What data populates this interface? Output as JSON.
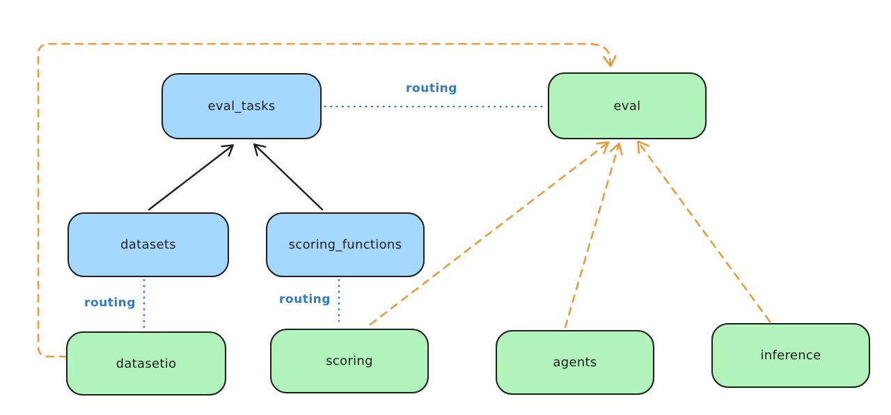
{
  "diagram": {
    "nodes": [
      {
        "id": "eval_tasks",
        "label": "eval_tasks",
        "fill": "blue"
      },
      {
        "id": "eval",
        "label": "eval",
        "fill": "green"
      },
      {
        "id": "datasets",
        "label": "datasets",
        "fill": "blue"
      },
      {
        "id": "scoring_functions",
        "label": "scoring_functions",
        "fill": "blue"
      },
      {
        "id": "datasetio",
        "label": "datasetio",
        "fill": "green"
      },
      {
        "id": "scoring",
        "label": "scoring",
        "fill": "green"
      },
      {
        "id": "agents",
        "label": "agents",
        "fill": "green"
      },
      {
        "id": "inference",
        "label": "inference",
        "fill": "green"
      }
    ],
    "edges": [
      {
        "from": "datasets",
        "to": "eval_tasks",
        "style": "solid",
        "color": "black",
        "arrow": true
      },
      {
        "from": "scoring_functions",
        "to": "eval_tasks",
        "style": "solid",
        "color": "black",
        "arrow": true
      },
      {
        "from": "eval_tasks",
        "to": "eval",
        "style": "dotted",
        "color": "blue",
        "arrow": false,
        "label": "routing"
      },
      {
        "from": "datasets",
        "to": "datasetio",
        "style": "dotted",
        "color": "blue",
        "arrow": false,
        "label": "routing"
      },
      {
        "from": "scoring_functions",
        "to": "scoring",
        "style": "dotted",
        "color": "blue",
        "arrow": false,
        "label": "routing"
      },
      {
        "from": "datasetio",
        "to": "eval",
        "style": "dashed",
        "color": "orange",
        "arrow": true
      },
      {
        "from": "scoring",
        "to": "eval",
        "style": "dashed",
        "color": "orange",
        "arrow": true
      },
      {
        "from": "agents",
        "to": "eval",
        "style": "dashed",
        "color": "orange",
        "arrow": true
      },
      {
        "from": "inference",
        "to": "eval",
        "style": "dashed",
        "color": "orange",
        "arrow": true
      }
    ],
    "edge_labels": [
      {
        "text": "routing"
      },
      {
        "text": "routing"
      },
      {
        "text": "routing"
      }
    ]
  },
  "colors": {
    "box-blue": "#a5d8ff",
    "box-green": "#b2f2bb",
    "node-stroke": "#1e1e1e",
    "text-dark": "#1e1e1e",
    "routing-blue": "#2f7bc8",
    "arrow-orange": "#ec9b3b",
    "arrow-black": "#1e1e1e",
    "canvas-bg": "#ffffff"
  }
}
